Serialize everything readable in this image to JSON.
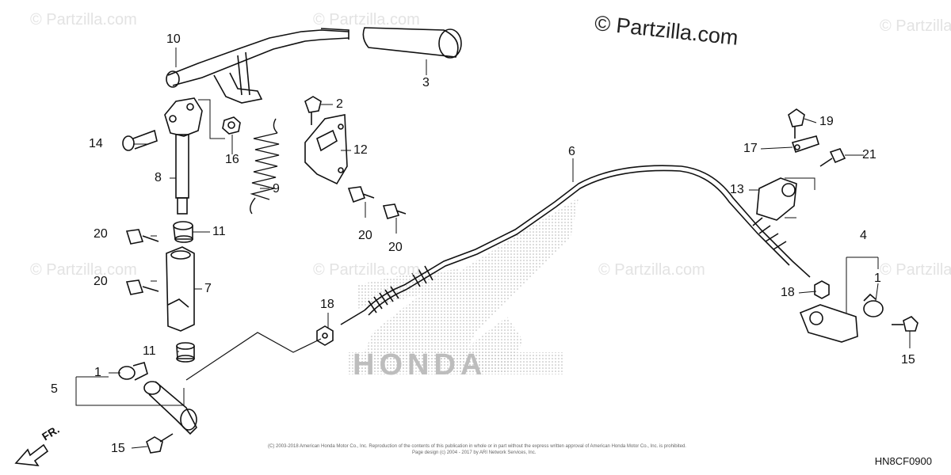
{
  "watermark": "© Partzilla.com",
  "copyright": "© Partzilla.com",
  "diagram_code": "HN8CF0900",
  "direction_label": "FR.",
  "brand_mark": "HONDA",
  "fine_print": [
    "(C) 2003-2018 American Honda Motor Co., Inc. Reproduction of the contents of this publication in whole or in part without the express written approval of American Honda Motor Co., Inc. is prohibited.",
    "Page design (c) 2004 - 2017 by ARI Network Services, Inc."
  ],
  "callouts": [
    {
      "id": "lbl-10",
      "text": "10"
    },
    {
      "id": "lbl-3",
      "text": "3"
    },
    {
      "id": "lbl-2",
      "text": "2"
    },
    {
      "id": "lbl-12",
      "text": "12"
    },
    {
      "id": "lbl-14",
      "text": "14"
    },
    {
      "id": "lbl-16",
      "text": "16"
    },
    {
      "id": "lbl-8",
      "text": "8"
    },
    {
      "id": "lbl-9",
      "text": "9"
    },
    {
      "id": "lbl-11a",
      "text": "11"
    },
    {
      "id": "lbl-20a",
      "text": "20"
    },
    {
      "id": "lbl-20b",
      "text": "20"
    },
    {
      "id": "lbl-20c",
      "text": "20"
    },
    {
      "id": "lbl-20d",
      "text": "20"
    },
    {
      "id": "lbl-7",
      "text": "7"
    },
    {
      "id": "lbl-6",
      "text": "6"
    },
    {
      "id": "lbl-18a",
      "text": "18"
    },
    {
      "id": "lbl-11b",
      "text": "11"
    },
    {
      "id": "lbl-1a",
      "text": "1"
    },
    {
      "id": "lbl-5",
      "text": "5"
    },
    {
      "id": "lbl-15a",
      "text": "15"
    },
    {
      "id": "lbl-19",
      "text": "19"
    },
    {
      "id": "lbl-17",
      "text": "17"
    },
    {
      "id": "lbl-21",
      "text": "21"
    },
    {
      "id": "lbl-13",
      "text": "13"
    },
    {
      "id": "lbl-4",
      "text": "4"
    },
    {
      "id": "lbl-1b",
      "text": "1"
    },
    {
      "id": "lbl-18b",
      "text": "18"
    },
    {
      "id": "lbl-15b",
      "text": "15"
    }
  ]
}
